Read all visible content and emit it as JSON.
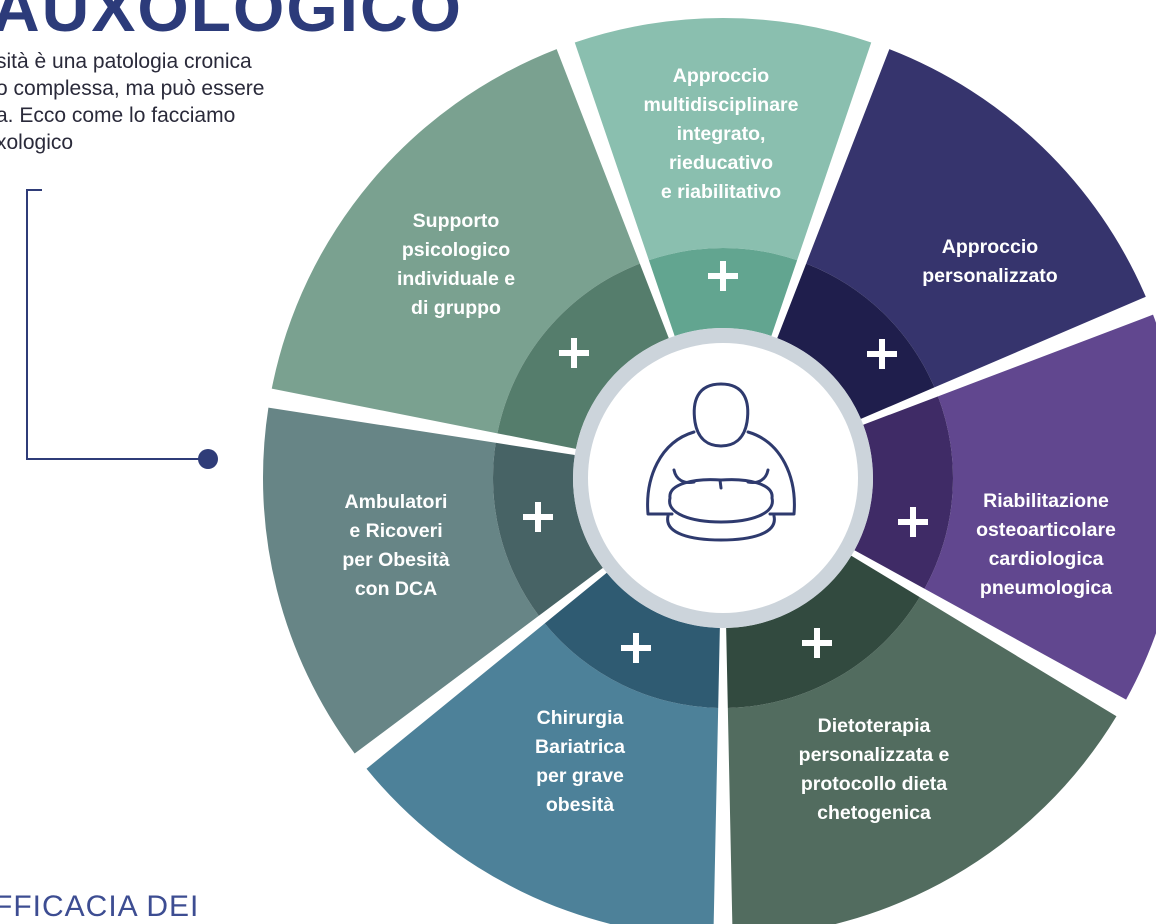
{
  "header": {
    "title": "AUXOLOGICO",
    "intro_lines": [
      "sità è una patologia cronica",
      "o complessa, ma può essere",
      "a. Ecco come lo facciamo",
      "xologico"
    ]
  },
  "footer": {
    "heading": "FFICACIA DEI"
  },
  "wheel": {
    "center_icon": "obese-person-icon",
    "plus_symbol": "+",
    "segments": [
      {
        "id": "approccio-multidisciplinare",
        "lines": [
          "Approccio",
          "multidisciplinare",
          "integrato,",
          "rieducativo",
          "e riabilitativo"
        ],
        "outer_color": "#8abfaf",
        "inner_color": "#62a590"
      },
      {
        "id": "approccio-personalizzato",
        "lines": [
          "Approccio",
          "personalizzato"
        ],
        "outer_color": "#36346d",
        "inner_color": "#1f1e4c"
      },
      {
        "id": "riabilitazione",
        "lines": [
          "Riabilitazione",
          "osteoarticolare",
          "cardiologica",
          "pneumologica"
        ],
        "outer_color": "#61478f",
        "inner_color": "#3f2b66"
      },
      {
        "id": "dietoterapia",
        "lines": [
          "Dietoterapia",
          "personalizzata e",
          "protocollo dieta",
          "chetogenica"
        ],
        "outer_color": "#526c5f",
        "inner_color": "#324a3f"
      },
      {
        "id": "chirurgia-bariatrica",
        "lines": [
          "Chirurgia",
          "Bariatrica",
          "per grave",
          "obesità"
        ],
        "outer_color": "#4d8199",
        "inner_color": "#2f5b72"
      },
      {
        "id": "ambulatori-ricoveri",
        "lines": [
          "Ambulatori",
          "e Ricoveri",
          "per Obesità",
          "con DCA"
        ],
        "outer_color": "#678586",
        "inner_color": "#476365"
      },
      {
        "id": "supporto-psicologico",
        "lines": [
          "Supporto",
          "psicologico",
          "individuale e",
          "di gruppo"
        ],
        "outer_color": "#7aa190",
        "inner_color": "#557d6c"
      }
    ]
  }
}
